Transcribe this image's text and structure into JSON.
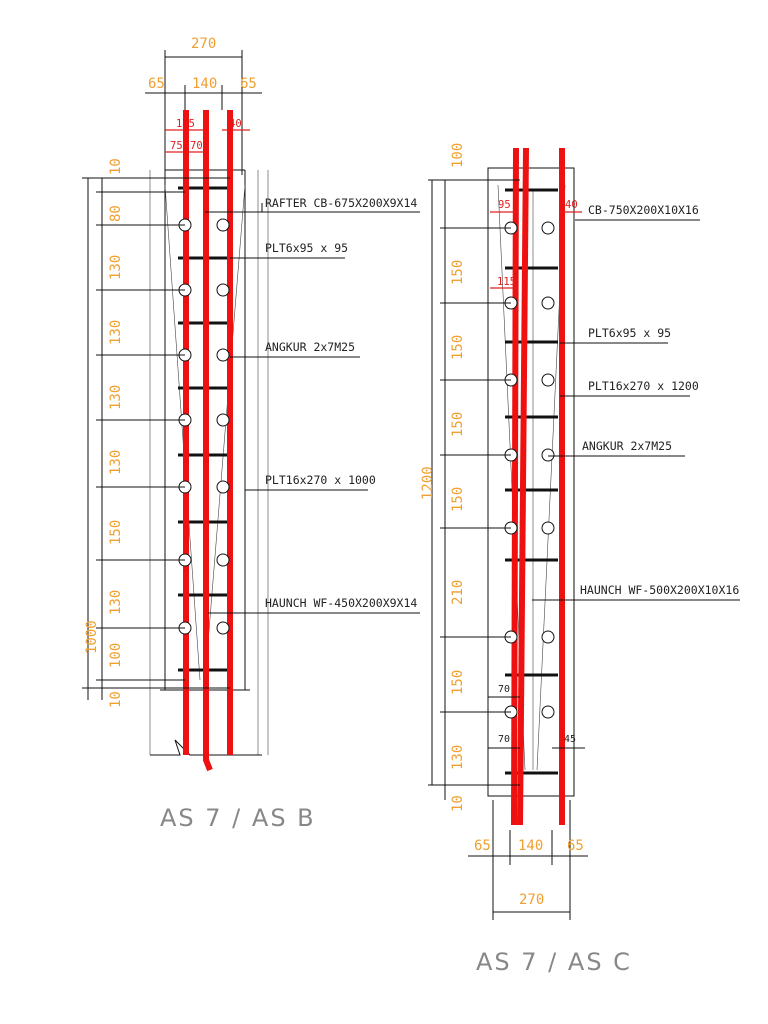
{
  "left_detail": {
    "title": "AS 7 / AS B",
    "top_dims": {
      "overall": "270",
      "left_edge": "65",
      "center": "140",
      "right_edge": "65"
    },
    "red_dims": {
      "a": "145",
      "b": "75",
      "c": "70",
      "d": "40"
    },
    "vertical_total": "1000",
    "vertical_dims": [
      "10",
      "80",
      "130",
      "130",
      "130",
      "130",
      "150",
      "130",
      "100",
      "10"
    ],
    "labels": {
      "rafter": "RAFTER CB-675X200X9X14",
      "plt_stiffener": "PLT6x95 x 95",
      "anchor": "ANGKUR 2x7M25",
      "plt_plate": "PLT16x270 x 1000",
      "haunch": "HAUNCH WF-450X200X9X14"
    }
  },
  "right_detail": {
    "title": "AS 7 / AS C",
    "bottom_dims": {
      "overall": "270",
      "left_edge": "65",
      "center": "140",
      "right_edge": "65"
    },
    "red_dims": {
      "a": "95",
      "b": "40",
      "c": "115"
    },
    "small_dims": {
      "a": "70",
      "b": "70",
      "c": "45"
    },
    "vertical_total": "1200",
    "vertical_dims": [
      "100",
      "150",
      "150",
      "150",
      "150",
      "210",
      "150",
      "130",
      "10"
    ],
    "labels": {
      "rafter": "CB-750X200X10X16",
      "plt_stiffener": "PLT6x95 x 95",
      "plt_plate": "PLT16x270 x 1200",
      "anchor": "ANGKUR 2x7M25",
      "haunch": "HAUNCH WF-500X200X10X16"
    }
  }
}
